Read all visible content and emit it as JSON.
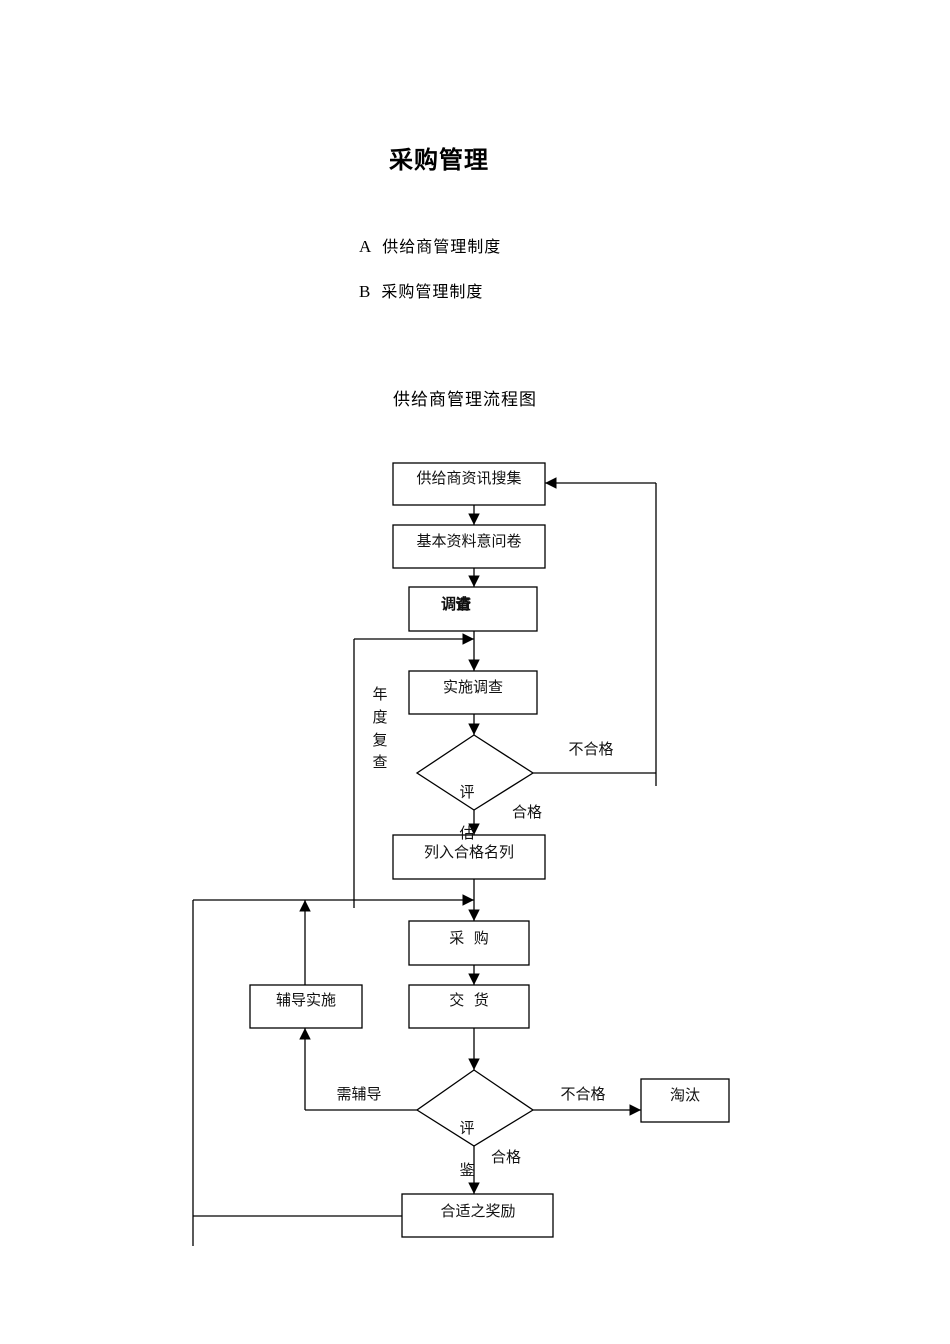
{
  "document": {
    "title": "采购管理",
    "toc": [
      {
        "label": "A",
        "text": "供给商管理制度"
      },
      {
        "label": "B",
        "text": "采购管理制度"
      }
    ],
    "flowchart_title": "供给商管理流程图"
  },
  "flowchart": {
    "nodes": {
      "collect": "供给商资讯搜集",
      "questionnaire": "基本资料意问卷",
      "survey_request_a": "调查",
      "survey_request_b": "请",
      "conduct_survey": "实施调查",
      "evaluate_1_top": "评",
      "evaluate_1_bottom": "估",
      "qualified_list": "列入合格名列",
      "purchase": "采  购",
      "delivery": "交  货",
      "coaching": "辅导实施",
      "evaluate_2_top": "评",
      "evaluate_2_bottom": "鉴",
      "eliminate": "淘汰",
      "reward": "合适之奖励"
    },
    "edge_labels": {
      "annual_review": [
        "年",
        "度",
        "复",
        "查"
      ],
      "fail_1": "不合格",
      "pass_1": "合格",
      "need_coaching": "需辅导",
      "fail_2": "不合格",
      "pass_2": "合格"
    }
  }
}
